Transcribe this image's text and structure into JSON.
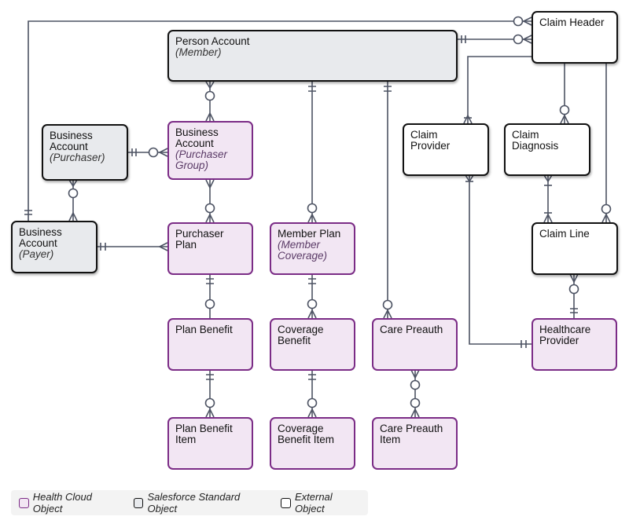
{
  "entities": {
    "person_account": {
      "name": "Person Account",
      "sub": "(Member)"
    },
    "claim_header": {
      "name": "Claim Header",
      "sub": ""
    },
    "business_account_purchaser": {
      "name": "Business\nAccount",
      "sub": "(Purchaser)"
    },
    "business_account_group": {
      "name": "Business\nAccount",
      "sub": "(Purchaser\nGroup)"
    },
    "claim_provider": {
      "name": "Claim\nProvider",
      "sub": ""
    },
    "claim_diagnosis": {
      "name": "Claim\nDiagnosis",
      "sub": ""
    },
    "business_account_payer": {
      "name": "Business\nAccount",
      "sub": "(Payer)"
    },
    "purchaser_plan": {
      "name": "Purchaser\nPlan",
      "sub": ""
    },
    "member_plan": {
      "name": "Member Plan",
      "sub": "(Member\nCoverage)"
    },
    "claim_line": {
      "name": "Claim Line",
      "sub": ""
    },
    "plan_benefit": {
      "name": "Plan Benefit",
      "sub": ""
    },
    "coverage_benefit": {
      "name": "Coverage\nBenefit",
      "sub": ""
    },
    "care_preauth": {
      "name": "Care Preauth",
      "sub": ""
    },
    "healthcare_provider": {
      "name": "Healthcare\nProvider",
      "sub": ""
    },
    "plan_benefit_item": {
      "name": "Plan Benefit\nItem",
      "sub": ""
    },
    "coverage_benefit_item": {
      "name": "Coverage\nBenefit Item",
      "sub": ""
    },
    "care_preauth_item": {
      "name": "Care Preauth\nItem",
      "sub": ""
    }
  },
  "legend": {
    "health_cloud": "Health Cloud Object",
    "salesforce_standard": "Salesforce Standard Object",
    "external": "External Object"
  },
  "colors": {
    "health_cloud_fill": "#f2e6f3",
    "health_cloud_border": "#7b2c86",
    "standard_fill": "#e8eaed",
    "external_fill": "#ffffff",
    "connector": "#4d5363"
  }
}
